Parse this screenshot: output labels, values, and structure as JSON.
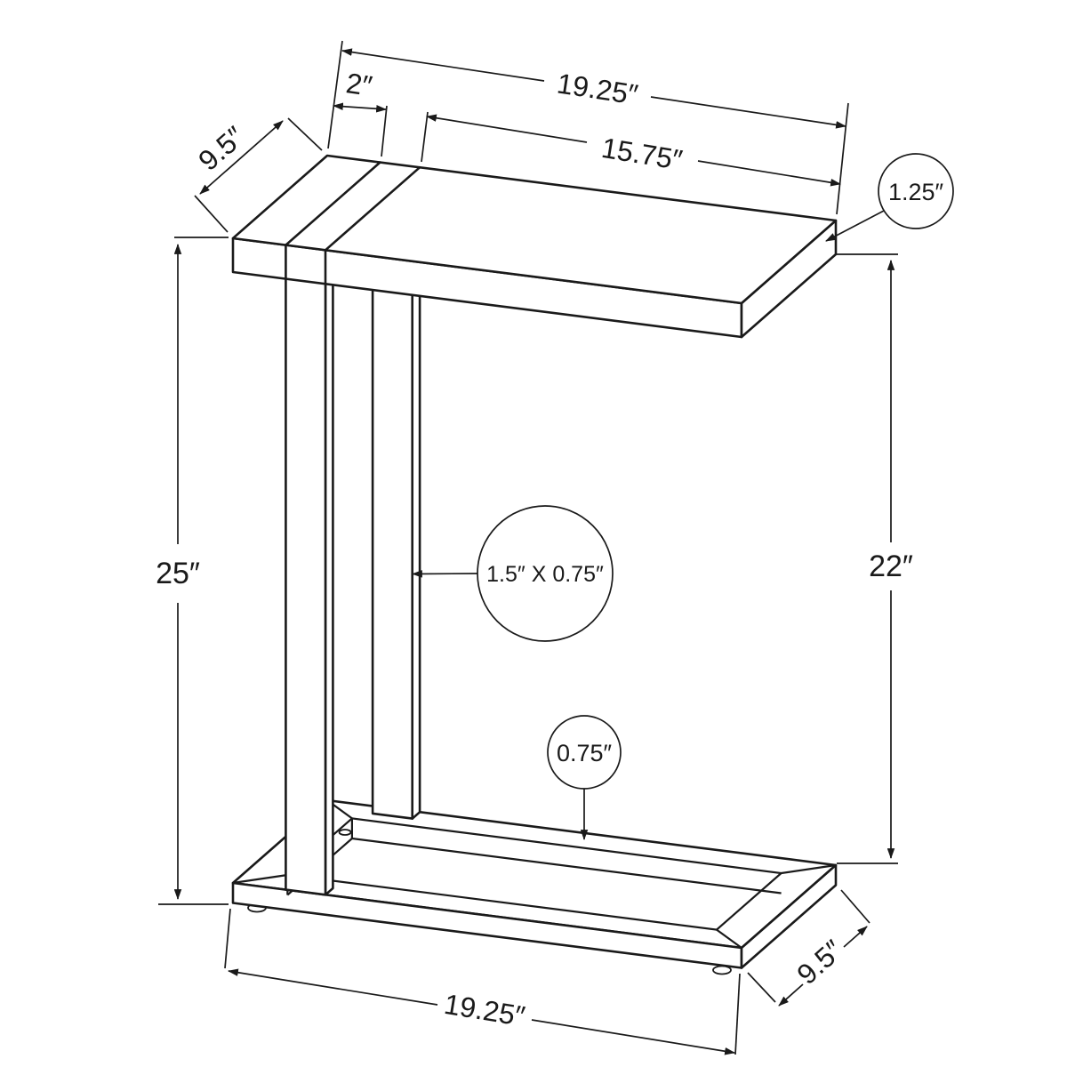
{
  "diagram": {
    "title": "c-shaped-accent-table-dimension-drawing",
    "colors": {
      "line": "#1a1a1a",
      "background": "#ffffff"
    },
    "labels": {
      "top_width": "19.25″",
      "top_overhang": "2″",
      "top_clear_width": "15.75″",
      "top_depth": "9.5″",
      "top_thickness": "1.25″",
      "height_total": "25″",
      "height_clearance": "22″",
      "leg_tube": "1.5″ X 0.75″",
      "base_tube": "0.75″",
      "base_width": "19.25″",
      "base_depth": "9.5″"
    }
  }
}
